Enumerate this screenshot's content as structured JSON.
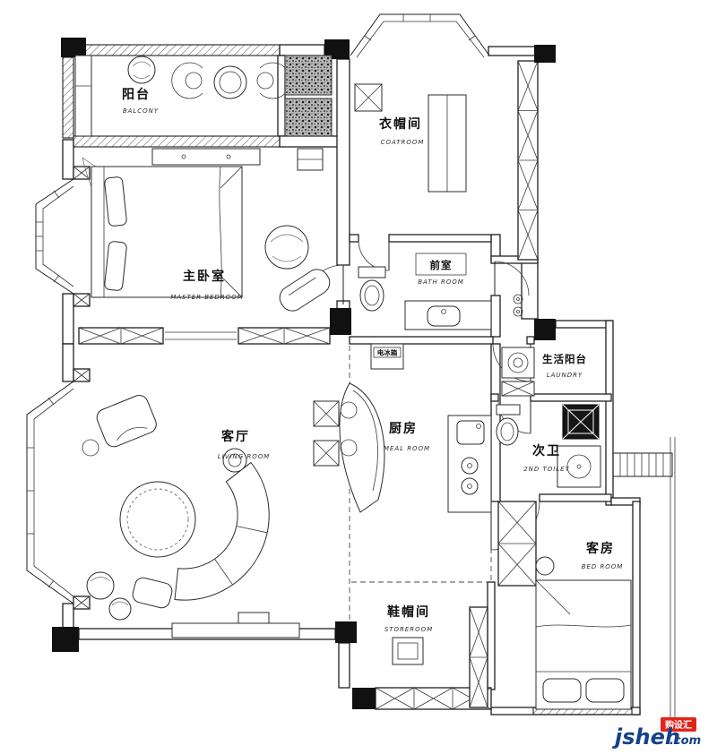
{
  "rooms": {
    "balcony": {
      "zh": "阳台",
      "en": "BALCONY"
    },
    "coatroom": {
      "zh": "衣帽间",
      "en": "COATROOM"
    },
    "master_bedroom": {
      "zh": "主卧室",
      "en": "MASTER BEDROOM"
    },
    "vestibule": {
      "zh": "前室",
      "en": "BATH ROOM"
    },
    "laundry_balcony": {
      "zh": "生活阳台",
      "en": "LAUNDRY"
    },
    "living_room": {
      "zh": "客厅",
      "en": "LIVING ROOM"
    },
    "kitchen": {
      "zh": "厨房",
      "en": "MEAL ROOM"
    },
    "second_bath": {
      "zh": "次卫",
      "en": "2ND TOILET"
    },
    "guest_room": {
      "zh": "客房",
      "en": "BED ROOM"
    },
    "shoe_room": {
      "zh": "鞋帽间",
      "en": "STOREROOM"
    }
  },
  "appliances": {
    "fridge": "电冰箱"
  },
  "watermark": {
    "name": "jsheh",
    "tld": ".com",
    "badge": "购设汇"
  },
  "colors": {
    "ink": "#1f1f1f",
    "watermark_blue": "#16418a",
    "watermark_red": "#e1251b"
  }
}
